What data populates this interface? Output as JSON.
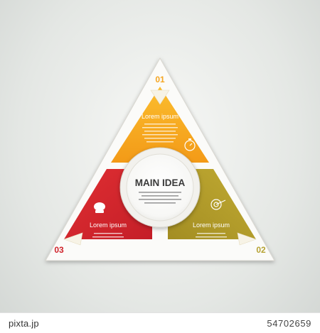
{
  "diagram": {
    "center": {
      "title": "MAIN IDEA"
    },
    "segments": [
      {
        "number": "01",
        "heading": "Lorem ipsum",
        "color": "#f6a81d",
        "icon": "stopwatch-icon"
      },
      {
        "number": "02",
        "heading": "Lorem ipsum",
        "color": "#ae9828",
        "icon": "target-icon"
      },
      {
        "number": "03",
        "heading": "Lorem ipsum",
        "color": "#d2252d",
        "icon": "brain-icon"
      }
    ],
    "accent_number_colors": {
      "01": "#f5a623",
      "02": "#b6a334",
      "03": "#d0242c"
    }
  },
  "footer": {
    "brand": "pixta.jp",
    "image_id": "54702659"
  }
}
